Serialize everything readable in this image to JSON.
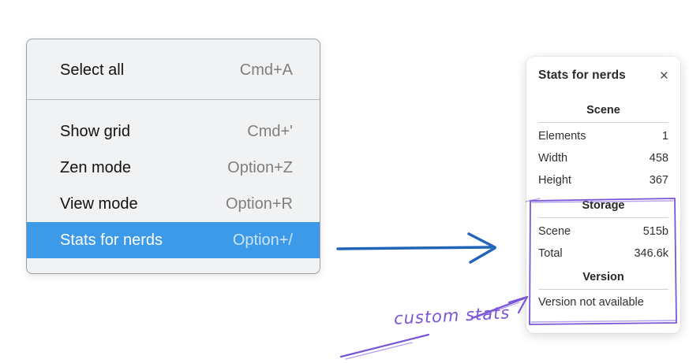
{
  "context_menu": {
    "groups": [
      {
        "items": [
          {
            "label": "Select all",
            "shortcut": "Cmd+A",
            "selected": false
          }
        ]
      },
      {
        "items": [
          {
            "label": "Show grid",
            "shortcut": "Cmd+'",
            "selected": false
          },
          {
            "label": "Zen mode",
            "shortcut": "Option+Z",
            "selected": false
          },
          {
            "label": "View mode",
            "shortcut": "Option+R",
            "selected": false
          },
          {
            "label": "Stats for nerds",
            "shortcut": "Option+/",
            "selected": true
          }
        ]
      }
    ]
  },
  "stats_panel": {
    "title": "Stats for nerds",
    "close_icon": "×",
    "sections": [
      {
        "heading": "Scene",
        "rows": [
          [
            "Elements",
            "1"
          ],
          [
            "Width",
            "458"
          ],
          [
            "Height",
            "367"
          ]
        ]
      },
      {
        "heading": "Storage",
        "rows": [
          [
            "Scene",
            "515b"
          ],
          [
            "Total",
            "346.6k"
          ]
        ]
      },
      {
        "heading": "Version",
        "rows": [],
        "note": "Version not available"
      }
    ]
  },
  "annotation": {
    "label": "custom stats"
  },
  "colors": {
    "menu_bg": "#f1f2f3",
    "menu_border": "#9aa0a6",
    "menu_separator": "#b6babd",
    "menu_label": "#111111",
    "menu_shortcut": "#7f7f7f",
    "highlight": "#3d9ae8",
    "highlight_label": "#ffffff",
    "highlight_shortcut": "#cde5fa",
    "panel_bg": "#ffffff",
    "panel_text": "#303033",
    "panel_divider": "#ccd4db",
    "blue_arrow": "#2065b8",
    "purple": "#7a55d8"
  }
}
